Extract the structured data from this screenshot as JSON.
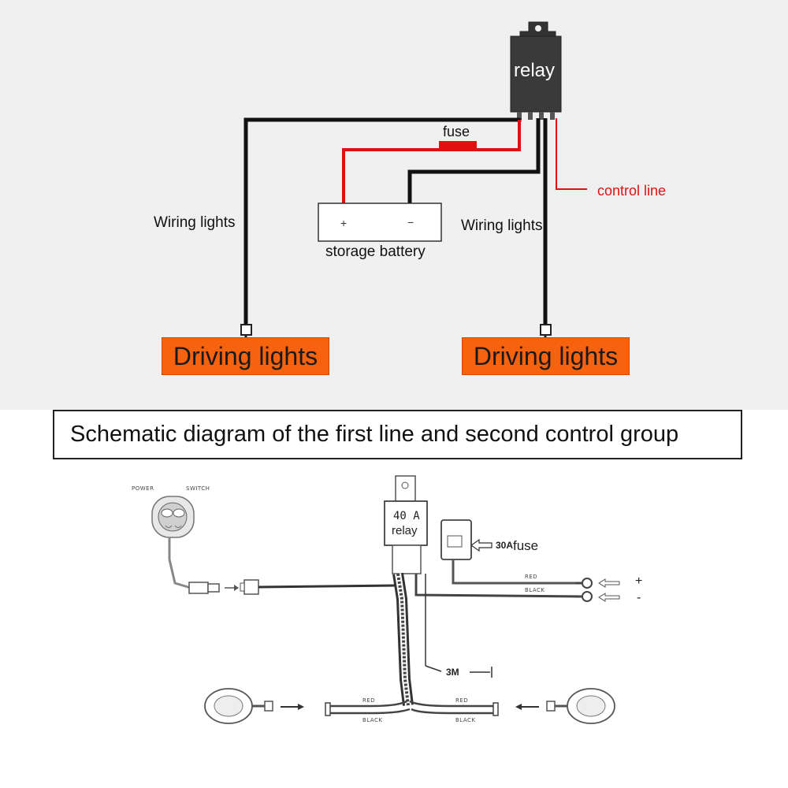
{
  "top_diagram": {
    "relay_label": "relay",
    "fuse_label": "fuse",
    "control_line_label": "control line",
    "wiring_lights_left": "Wiring lights",
    "wiring_lights_right": "Wiring lights",
    "battery_plus": "+",
    "battery_minus": "−",
    "battery_label": "storage battery",
    "driving_lights_left": "Driving lights",
    "driving_lights_right": "Driving lights"
  },
  "caption": "Schematic diagram of the first line and second control group",
  "bottom_diagram": {
    "power_label": "POWER",
    "switch_label": "SWITCH",
    "relay_rating": "40 A",
    "relay_label": "relay",
    "fuse_rating": "30A",
    "fuse_label": "fuse",
    "red_label": "RED",
    "black_label": "BLACK",
    "plus_terminal": "+",
    "minus_terminal": "-",
    "cable_length": "3M",
    "branch_red_label": "RED",
    "branch_black_label": "BLACK"
  },
  "colors": {
    "wire_black": "#111111",
    "wire_red": "#e01010",
    "lights_box": "#f7620e",
    "relay_body": "#333333"
  }
}
